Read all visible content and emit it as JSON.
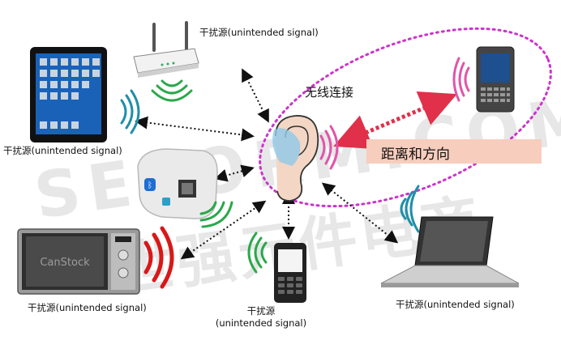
{
  "labels": {
    "router": "干扰源(unintended signal)",
    "tablet": "干扰源(unintended signal)",
    "microwave": "干扰源(unintended signal)",
    "phone_line1": "干扰源",
    "phone_line2": "(unintended signal)",
    "laptop": "干扰源(unintended signal)",
    "wireless": "无线连接",
    "distance": "距离和方向"
  },
  "watermark": {
    "latin": "SEKORM.COM",
    "cjk": "世强元件电商",
    "microwave_logo": "CanStock"
  },
  "colors": {
    "dotted_arrows": "#111111",
    "wireless_loop": "#cc33cc",
    "distance_arrow": "#e0304a",
    "distance_box": "#f7cdbd",
    "waves_blue": "#1f8fa8",
    "waves_green": "#2aa84a",
    "waves_pink": "#e055a8",
    "waves_red": "#d81818"
  },
  "icons": [
    "router-icon",
    "tablet-icon",
    "hearing-aid-icon",
    "microwave-icon",
    "mobile-phone-icon",
    "ear-icon",
    "smartphone-icon",
    "laptop-icon"
  ]
}
